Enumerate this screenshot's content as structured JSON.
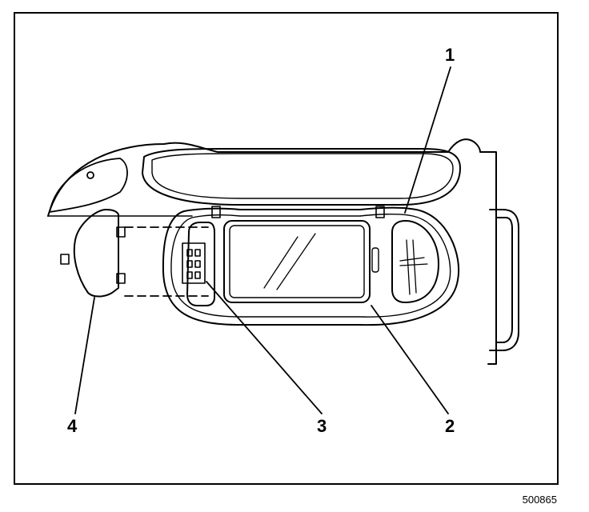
{
  "diagram": {
    "figure_id": "500865",
    "callouts": [
      {
        "id": "1",
        "label": "1"
      },
      {
        "id": "2",
        "label": "2"
      },
      {
        "id": "3",
        "label": "3"
      },
      {
        "id": "4",
        "label": "4"
      }
    ],
    "colors": {
      "line": "#000000",
      "background": "#ffffff"
    }
  }
}
